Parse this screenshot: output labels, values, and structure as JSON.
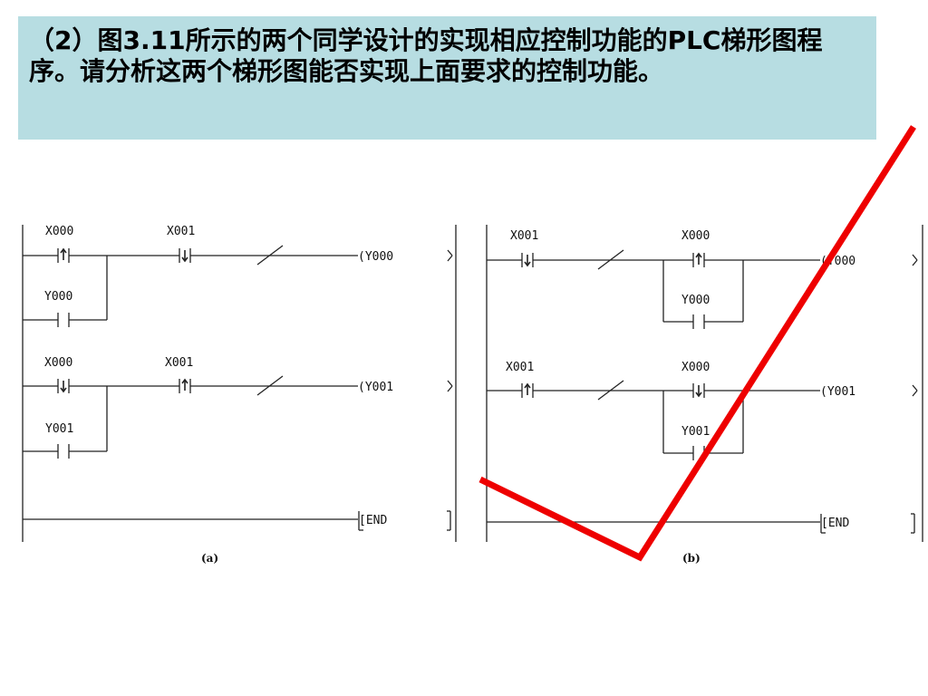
{
  "question": {
    "text": "（2）图3.11所示的两个同学设计的实现相应控制功能的PLC梯形图程序。请分析这两个梯形图能否实现上面要求的控制功能。"
  },
  "diagram_a": {
    "caption": "(a)",
    "rung1": {
      "main_contact": "X000",
      "second_contact": "X001",
      "branch_contact": "Y000",
      "coil": "(Y000"
    },
    "rung2": {
      "main_contact": "X000",
      "second_contact": "X001",
      "branch_contact": "Y001",
      "coil": "(Y001"
    },
    "end_label": "[END"
  },
  "diagram_b": {
    "caption": "(b)",
    "rung1": {
      "first_contact": "X001",
      "main_contact": "X000",
      "branch_contact": "Y000",
      "coil": "(Y000"
    },
    "rung2": {
      "first_contact": "X001",
      "main_contact": "X000",
      "branch_contact": "Y001",
      "coil": "(Y001"
    },
    "end_label": "[END"
  },
  "colors": {
    "question_bg": "#b7dde2",
    "check_mark": "#ee0000"
  }
}
